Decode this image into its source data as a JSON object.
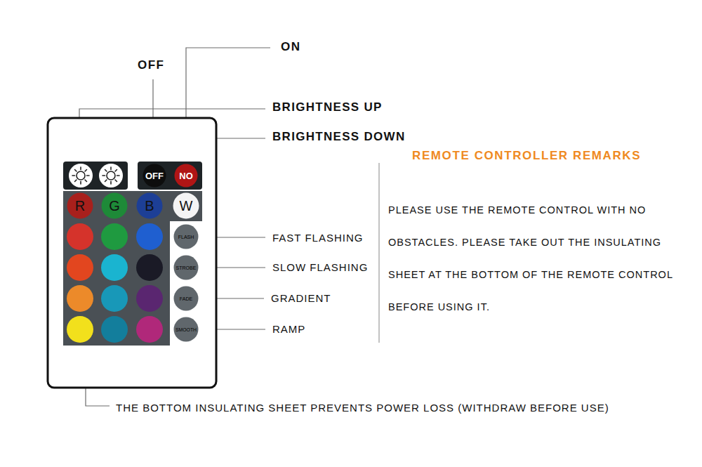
{
  "diagram": {
    "title": "REMOTE CONTROLLER REMARKS",
    "nodes": [
      {
        "text": [
          "OFF"
        ]
      },
      {
        "text": [
          "NO"
        ]
      },
      {
        "text": [
          "R"
        ]
      },
      {
        "text": [
          "G"
        ]
      },
      {
        "text": [
          "B"
        ]
      },
      {
        "text": [
          "W"
        ]
      },
      {
        "text": [
          "FLASH"
        ]
      },
      {
        "text": [
          "STROBE"
        ]
      },
      {
        "text": [
          "FADE"
        ]
      },
      {
        "text": [
          "SMOOTH"
        ]
      }
    ],
    "labels": [
      "ON",
      "OFF",
      "BRIGHTNESS UP",
      "BRIGHTNESS DOWN",
      "FAST FLASHING",
      "SLOW FLASHING",
      "GRADIENT",
      "RAMP",
      "PLEASE USE THE REMOTE CONTROL WITH NO OBSTACLES. PLEASE TAKE OUT THE INSULATING SHEET AT THE BOTTOM OF THE REMOTE CONTROL BEFORE USING IT.",
      "THE BOTTOM INSULATING SHEET PREVENTS POWER LOSS (WITHDRAW BEFORE USE)"
    ]
  }
}
